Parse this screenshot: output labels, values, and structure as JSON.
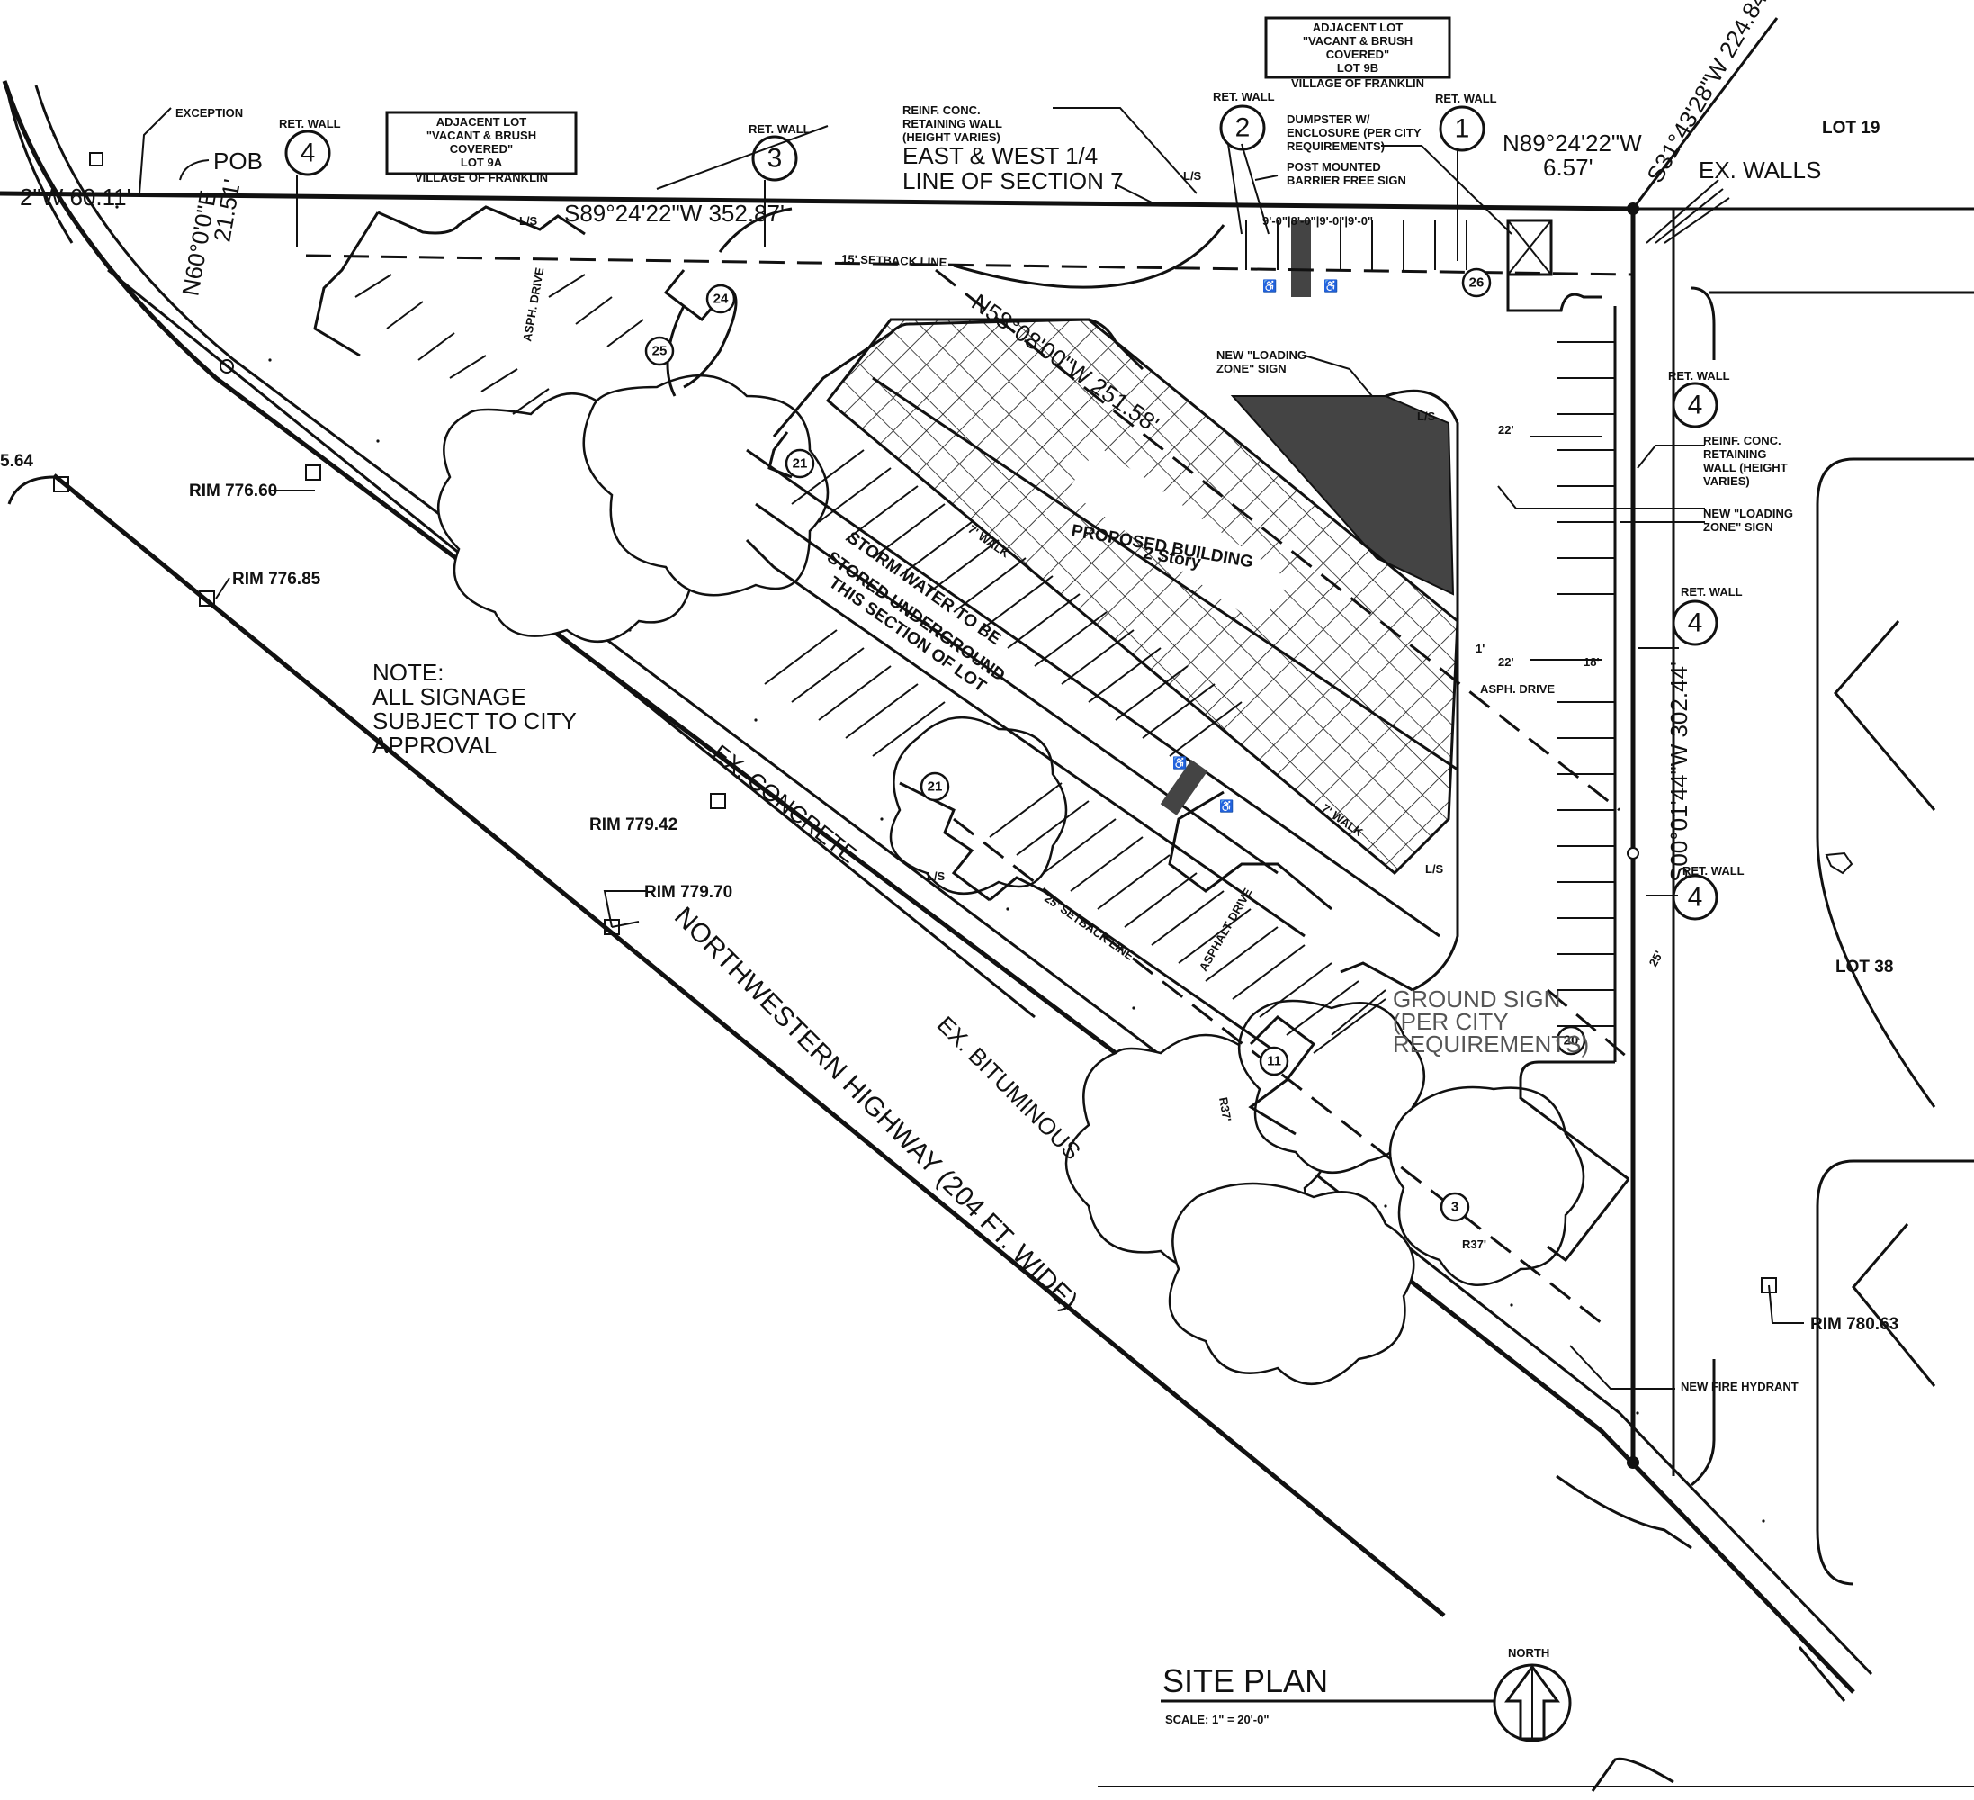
{
  "plan": {
    "title": "SITE PLAN",
    "scale": "SCALE: 1\" = 20'-0\"",
    "north_label": "NORTH"
  },
  "boundary": {
    "north_line": "S89°24'22\"W 352.87'",
    "partial_bearing": "2\"W 60.11'",
    "west_bearing": "N60°0'0\"E",
    "west_dist": "21.51'",
    "east_bearing": "S00°01'44\"W 302.44'",
    "ne_bearing": "S31°43'28\"W 224.84'",
    "ne_short": "N89°24'22\"W",
    "ne_short_dist": "6.57'",
    "diag_bearing": "N58°08'00\"W 251.58'",
    "section_line_1": "EAST & WEST 1/4",
    "section_line_2": "LINE OF SECTION 7"
  },
  "labels": {
    "exception": "EXCEPTION",
    "pob": "POB",
    "ex_walls": "EX. WALLS",
    "lot19": "LOT 19",
    "lot38": "LOT 38",
    "ret_wall": "RET. WALL",
    "reinf_wall_1": "REINF. CONC.",
    "reinf_wall_2": "RETAINING WALL",
    "reinf_wall_3": "(HEIGHT VARIES)",
    "reinf_wall_e1": "REINF. CONC.",
    "reinf_wall_e2": "RETAINING",
    "reinf_wall_e3": "WALL (HEIGHT",
    "reinf_wall_e4": "VARIES)",
    "dumpster_1": "DUMPSTER W/",
    "dumpster_2": "ENCLOSURE (PER CITY",
    "dumpster_3": "REQUIREMENTS)",
    "post_sign_1": "POST MOUNTED",
    "post_sign_2": "BARRIER FREE SIGN",
    "loading_1": "NEW \"LOADING",
    "loading_2": "ZONE\" SIGN",
    "loading_e1": "NEW \"LOADING",
    "loading_e2": "ZONE\" SIGN",
    "building_1": "PROPOSED BUILDING",
    "building_2": "2 Story",
    "storm_1": "STORM WATER TO BE",
    "storm_2": "STORED UNDERGROUND",
    "storm_3": "THIS SECTION OF LOT",
    "note_1": "NOTE:",
    "note_2": "ALL SIGNAGE",
    "note_3": "SUBJECT TO CITY",
    "note_4": "APPROVAL",
    "ex_concrete": "EX. CONCRETE",
    "highway": "NORTHWESTERN HIGHWAY (204 FT. WIDE)",
    "ex_bitum": "EX. BITUMINOUS",
    "ground_sign_1": "GROUND SIGN",
    "ground_sign_2": "(PER CITY",
    "ground_sign_3": "REQUIREMENTS)",
    "fire_hydrant": "NEW FIRE HYDRANT",
    "setback_15": "15' SETBACK LINE",
    "setback_25": "25' SETBACK LINE",
    "walk": "7' WALK",
    "walk2": "7' WALK",
    "asph_drive": "ASPH. DRIVE",
    "asphalt_drive": "ASPHALT DRIVE",
    "ls": "L/S",
    "dim_22": "22'",
    "dim_18": "18'",
    "dim_1": "1'",
    "dim_25": "25'",
    "dim_r37": "R37'",
    "parking_dims": "9'-0\"|8'-0\"|9'-0\"|9'-0\""
  },
  "rims": [
    "RIM 776.60",
    "RIM 776.85",
    "RIM 779.42",
    "RIM 779.70",
    "RIM 780.63"
  ],
  "edge_value": "5.64",
  "adjacent_lots": [
    {
      "l1": "ADJACENT LOT",
      "l2": "\"VACANT & BRUSH",
      "l3": "COVERED\"",
      "l4": "LOT 9A",
      "l5": "VILLAGE OF FRANKLIN"
    },
    {
      "l1": "ADJACENT LOT",
      "l2": "\"VACANT & BRUSH",
      "l3": "COVERED\"",
      "l4": "LOT 9B",
      "l5": "VILLAGE OF FRANKLIN"
    }
  ],
  "wall_tags": [
    "4",
    "3",
    "2",
    "1",
    "4",
    "4",
    "4"
  ],
  "stall_counts": [
    "26",
    "25",
    "24",
    "21",
    "21",
    "11",
    "3",
    "20"
  ]
}
